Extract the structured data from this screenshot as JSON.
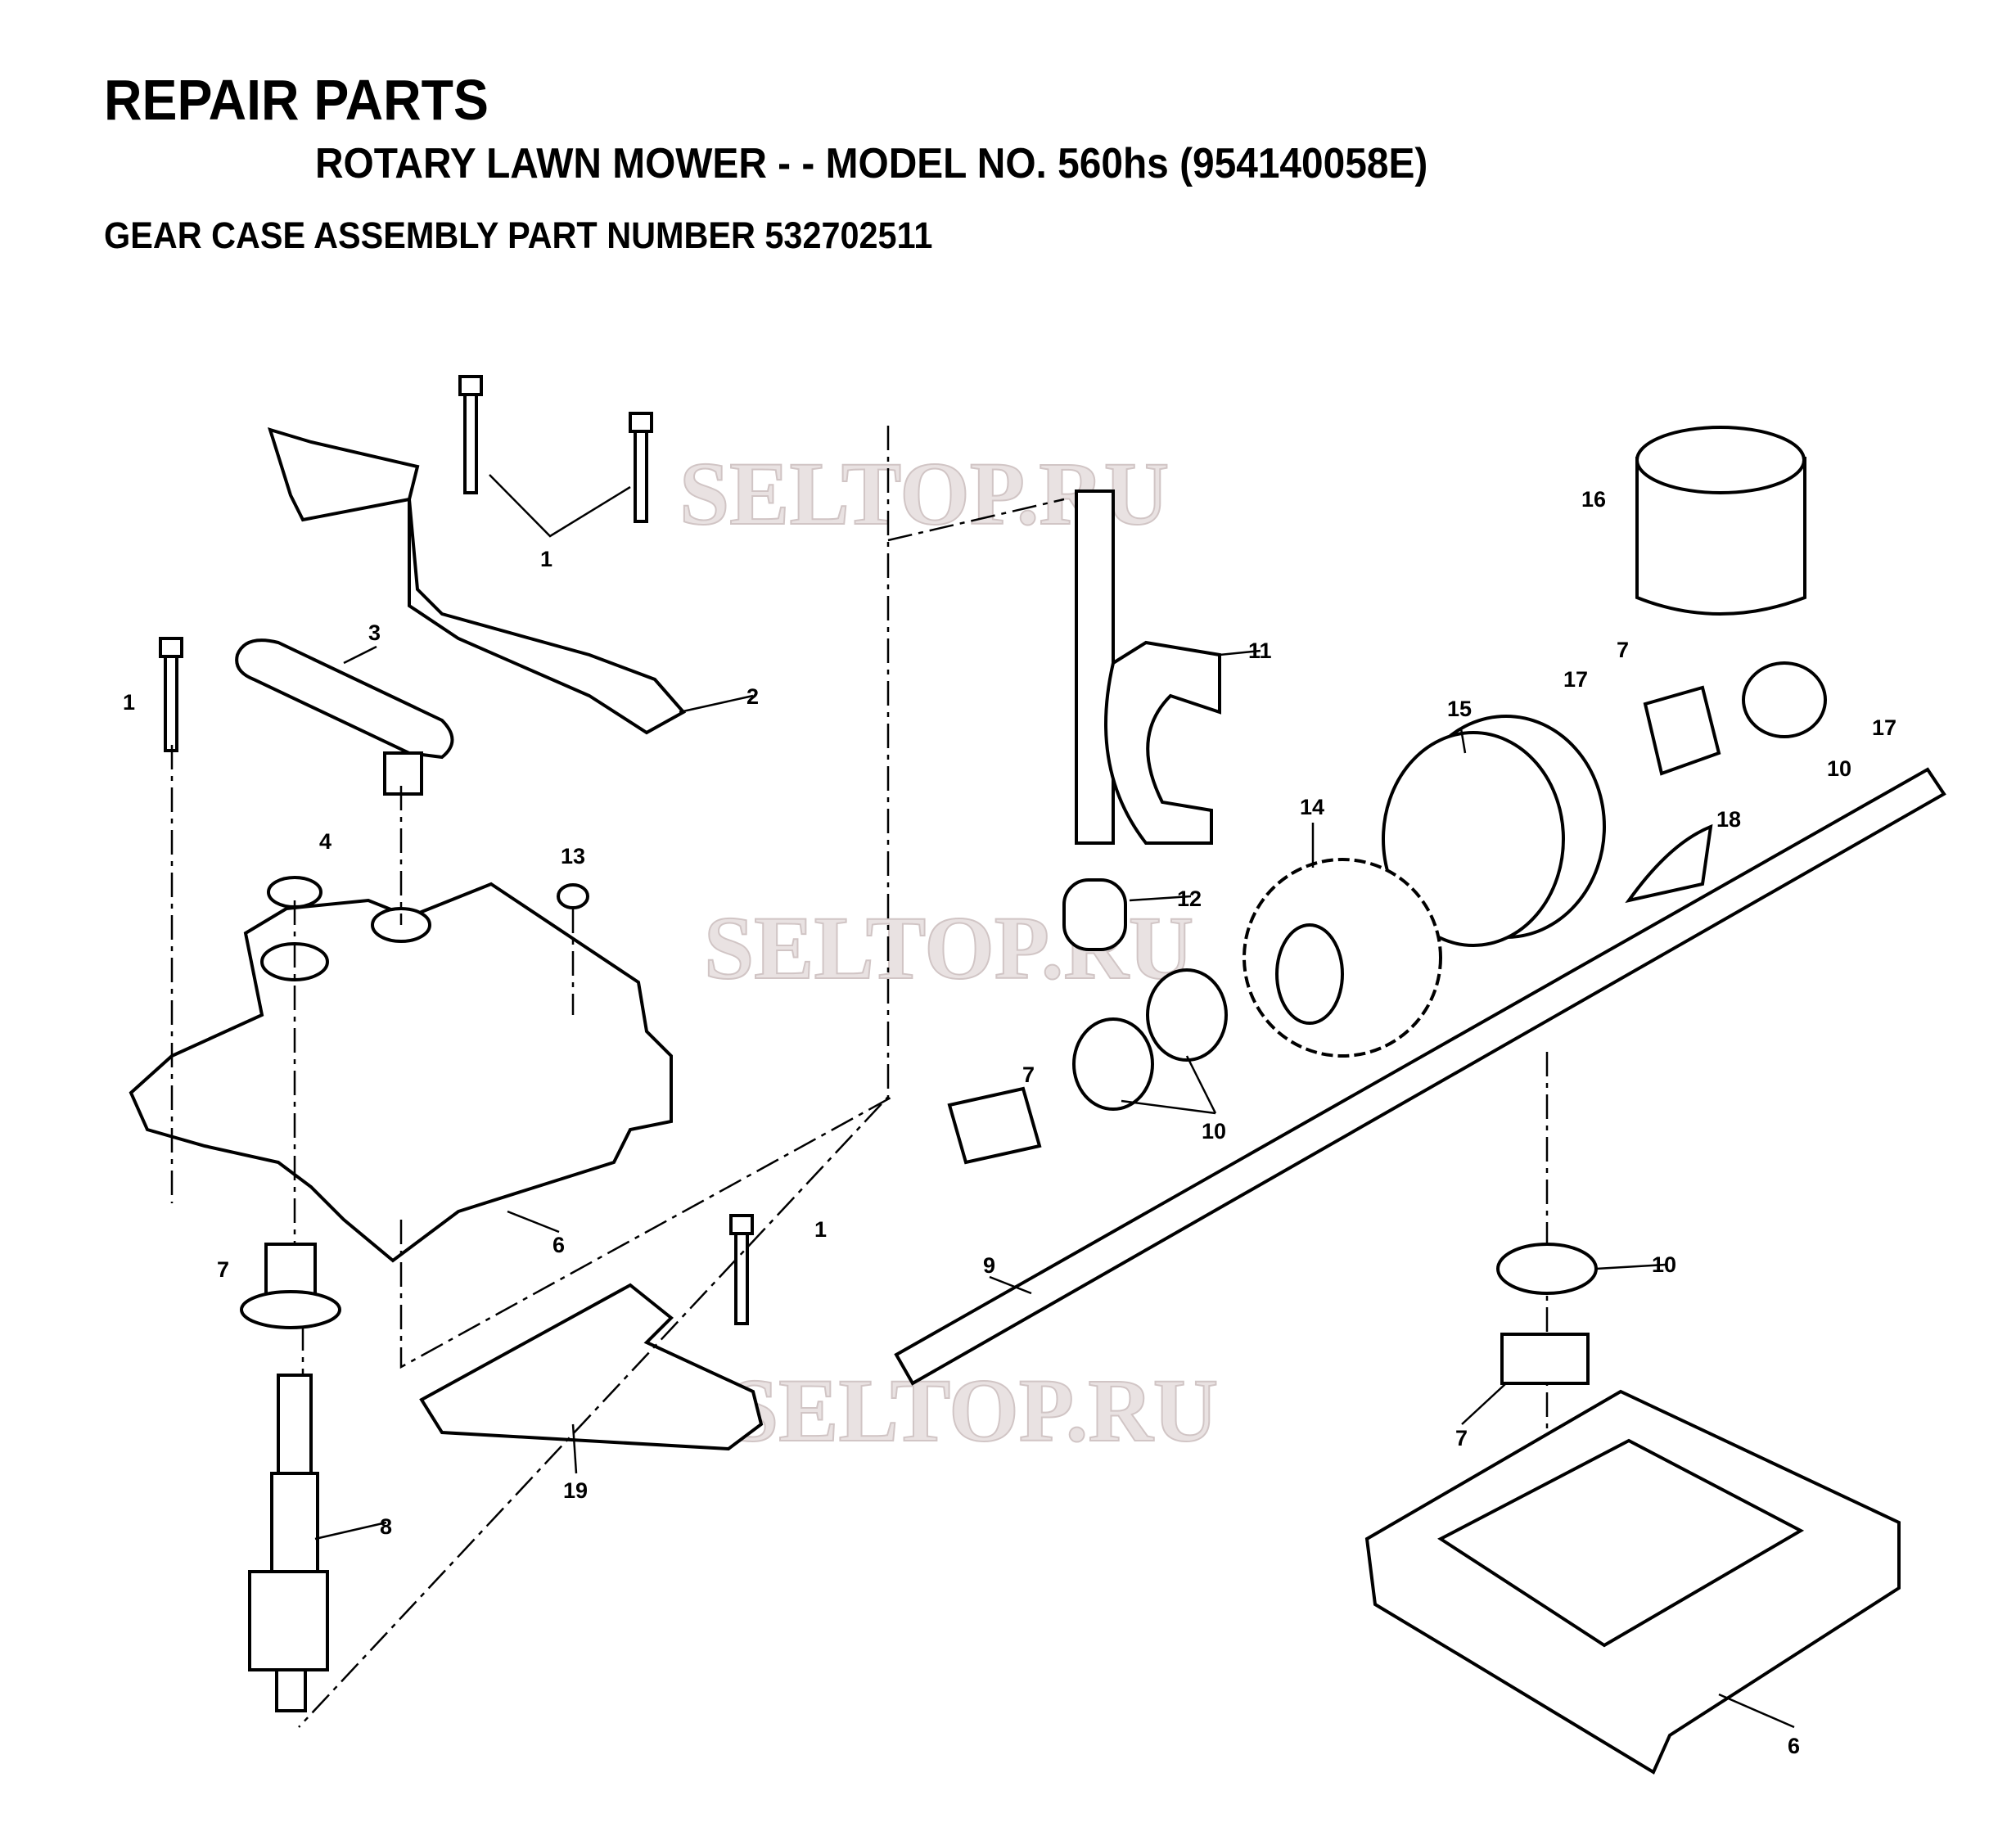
{
  "header": {
    "title": "REPAIR PARTS",
    "subtitle": "ROTARY LAWN MOWER - - MODEL NO. 560hs (954140058E)",
    "assembly": "GEAR CASE ASSEMBLY PART NUMBER 532702511"
  },
  "watermark": "SELTOP.RU",
  "callouts": [
    "1",
    "3",
    "1",
    "2",
    "4",
    "13",
    "16",
    "11",
    "17",
    "7",
    "17",
    "15",
    "10",
    "14",
    "18",
    "12",
    "7",
    "10",
    "6",
    "7",
    "1",
    "9",
    "10",
    "7",
    "19",
    "8",
    "6"
  ]
}
